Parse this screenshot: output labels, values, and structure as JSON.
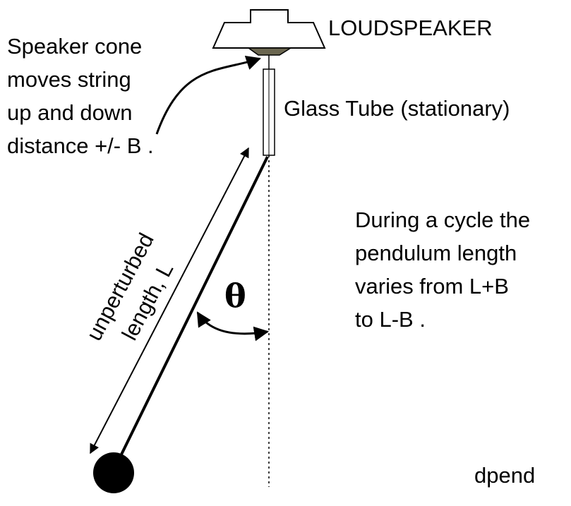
{
  "labels": {
    "loudspeaker": "LOUDSPEAKER",
    "cone_line1": "Speaker cone",
    "cone_line2": "moves string",
    "cone_line3": "up and down",
    "cone_line4": "distance +/- B .",
    "tube": "Glass Tube (stationary)",
    "length_line1": "unperturbed",
    "length_line2": "length, L",
    "theta": "θ",
    "cycle_line1": "During a cycle the",
    "cycle_line2": "pendulum length",
    "cycle_line3": "varies from L+B",
    "cycle_line4": "to L-B .",
    "tag": "dpend"
  },
  "colors": {
    "ink": "#000000",
    "cone": "#6b6650",
    "background": "#ffffff"
  }
}
